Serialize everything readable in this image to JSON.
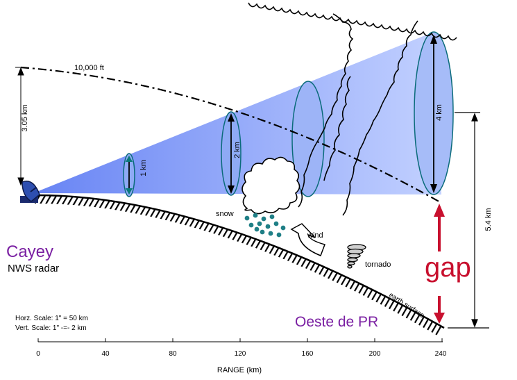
{
  "beam": {
    "ceiling_label": "10,000 ft",
    "height_label": "3.05 km",
    "width_labels": [
      "1 km",
      "2 km",
      "4 km"
    ],
    "gap_height_label": "5.4 km",
    "gap_label": "gap"
  },
  "weather": {
    "snow_label": "snow",
    "wind_label": "wind",
    "tornado_label": "tornado",
    "earth_surface_label": "earth surface"
  },
  "sites": {
    "radar_name": "Cayey",
    "radar_type": "NWS radar",
    "target_name": "Oeste de PR"
  },
  "scale": {
    "horizontal": "Horz. Scale: 1\" = 50 km",
    "vertical": "Vert. Scale: 1\" -=- 2 km"
  },
  "axis": {
    "title": "RANGE (km)",
    "ticks": [
      "0",
      "40",
      "80",
      "120",
      "160",
      "200",
      "240"
    ]
  },
  "colors": {
    "beam_fill": "#9db4f7",
    "gap_arrow": "#c8102e",
    "site_label": "#7a1fa2",
    "snow": "#1f7f86"
  }
}
